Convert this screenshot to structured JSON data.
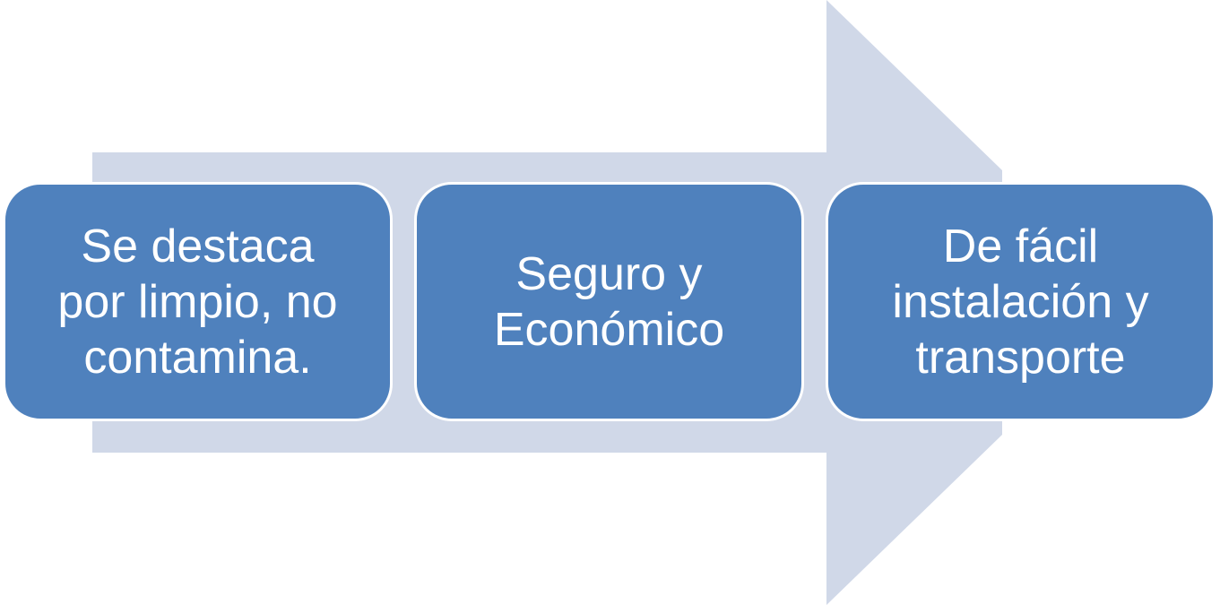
{
  "diagram": {
    "type": "process-arrow",
    "arrow_color": "#d0d8e8",
    "box_color": "#4f81bd",
    "box_border_color": "#ffffff",
    "text_color": "#ffffff",
    "steps": [
      {
        "text": "Se destaca\npor limpio, no\ncontamina."
      },
      {
        "text": "Seguro y\nEconómico"
      },
      {
        "text": "De fácil\ninstalación y\ntransporte"
      }
    ]
  }
}
